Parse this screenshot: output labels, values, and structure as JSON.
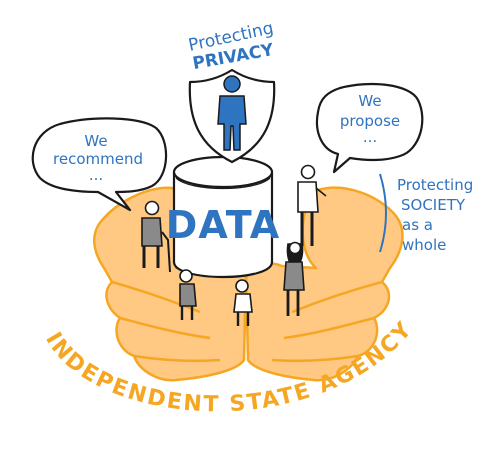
{
  "illustration": {
    "top_heading_line1": "Protecting",
    "top_heading_line2": "PRIVACY",
    "cylinder_label": "DATA",
    "left_bubble_line1": "We",
    "left_bubble_line2": "recommend",
    "left_bubble_line3": "...",
    "right_bubble_line1": "We",
    "right_bubble_line2": "propose",
    "right_bubble_line3": "...",
    "society_line1": "Protecting",
    "society_line2": "SOCIETY",
    "society_line3": "as a",
    "society_line4": "whole",
    "agency_text": "INDEPENDENT STATE AGENCY"
  },
  "colors": {
    "ink": "#1a1a1a",
    "blue": "#2f74c0",
    "orange": "#f5a623",
    "hand_fill": "#ffc983",
    "grey_figure": "#8a8a8a",
    "shirt_blue": "#3a7bc8"
  },
  "icons": [
    "shield-icon",
    "person-icon",
    "speech-bubble-icon",
    "cylinder-icon"
  ]
}
